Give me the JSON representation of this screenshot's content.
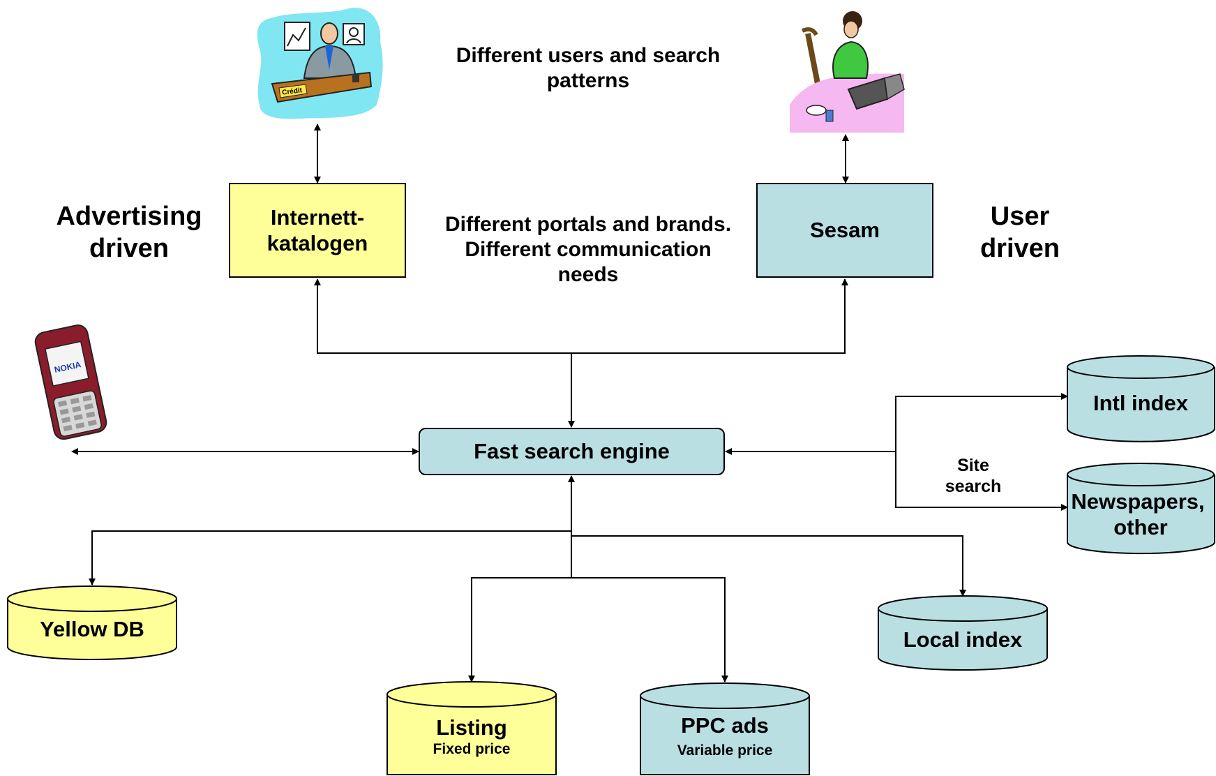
{
  "headline": {
    "line1": "Different users and search",
    "line2": "patterns"
  },
  "middle_note": {
    "line1": "Different portals and brands.",
    "line2": "Different communication",
    "line3": "needs"
  },
  "left_label": {
    "line1": "Advertising",
    "line2": "driven"
  },
  "right_label": {
    "line1": "User",
    "line2": "driven"
  },
  "portals": {
    "internettkatalogen": {
      "line1": "Internett-",
      "line2": "katalogen",
      "fill": "#ffff99"
    },
    "sesam": {
      "label": "Sesam",
      "fill": "#b9dfe3"
    }
  },
  "engine": {
    "label": "Fast search engine",
    "fill": "#b9dfe3"
  },
  "databases": {
    "intl_index": {
      "label": "Intl index",
      "fill": "#b9dfe3"
    },
    "newspapers": {
      "line1": "Newspapers,",
      "line2": "other",
      "fill": "#b9dfe3"
    },
    "yellow_db": {
      "label": "Yellow DB",
      "fill": "#ffff99"
    },
    "listing": {
      "label": "Listing",
      "sub": "Fixed price",
      "fill": "#ffff99"
    },
    "ppc_ads": {
      "label": "PPC ads",
      "sub": "Variable price",
      "fill": "#b9dfe3"
    },
    "local_index": {
      "label": "Local index",
      "fill": "#b9dfe3"
    }
  },
  "site_search": {
    "line1": "Site",
    "line2": "search"
  },
  "clipart": {
    "advertiser": "businessman-at-desk-icon",
    "user": "woman-at-laptop-icon",
    "phone": "mobile-phone-icon",
    "phone_brand": "NOKIA",
    "desk_sign": "Crédit"
  }
}
